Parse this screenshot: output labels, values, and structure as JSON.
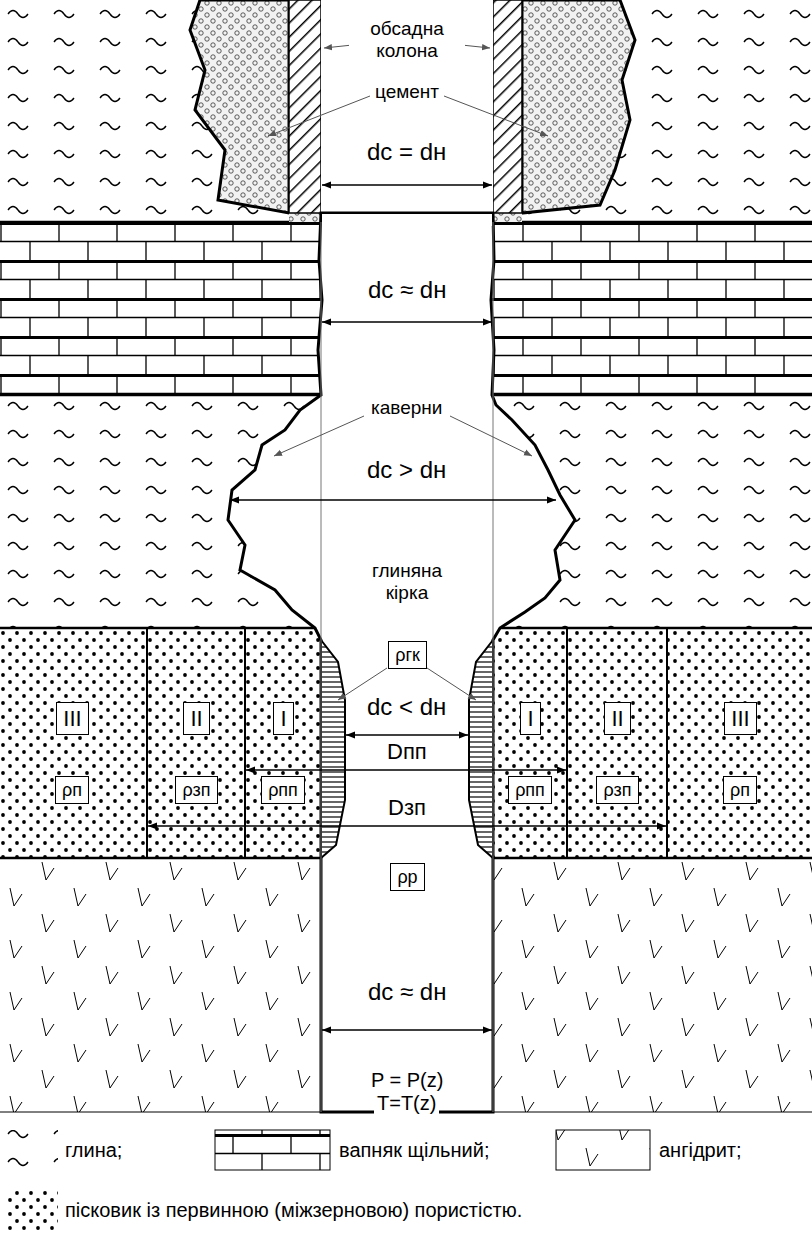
{
  "diagram": {
    "nodes": [
      {
        "text": [
          "ρгк"
        ]
      },
      {
        "text": [
          "III"
        ]
      },
      {
        "text": [
          "II"
        ]
      },
      {
        "text": [
          "I"
        ]
      },
      {
        "text": [
          "I"
        ]
      },
      {
        "text": [
          "II"
        ]
      },
      {
        "text": [
          "III"
        ]
      },
      {
        "text": [
          "ρп"
        ]
      },
      {
        "text": [
          "ρзп"
        ]
      },
      {
        "text": [
          "ρпп"
        ]
      },
      {
        "text": [
          "ρпп"
        ]
      },
      {
        "text": [
          "ρзп"
        ]
      },
      {
        "text": [
          "ρп"
        ]
      },
      {
        "text": [
          "ρр"
        ]
      }
    ],
    "labels": [
      "обсадна колона",
      "цемент",
      "dс = dн",
      "dс ≈ dн",
      "каверни",
      "dс > dн",
      "глиняна кірка",
      "dс < dн",
      "Dпп",
      "Dзп",
      "dс ≈ dн",
      "P = P(z)",
      "T=T(z)"
    ],
    "legend": [
      {
        "text": "глина;"
      },
      {
        "text": "вапняк щільний;"
      },
      {
        "text": "ангідрит;"
      },
      {
        "text": "пісковик із первинною (міжзерновою) пористістю."
      }
    ]
  }
}
